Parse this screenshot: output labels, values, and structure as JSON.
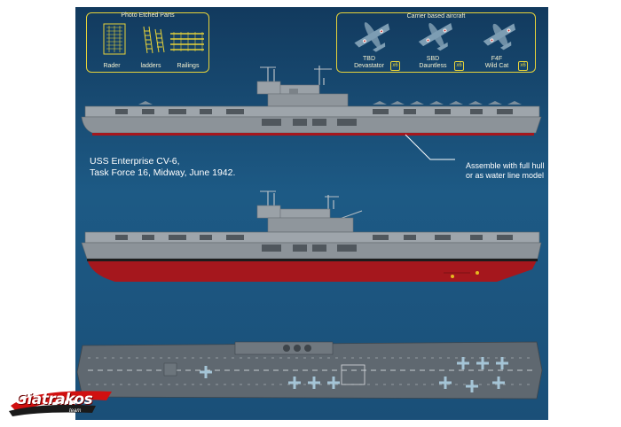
{
  "parts_panel": {
    "title": "Photo Etched Parts",
    "items": [
      {
        "label": "Rader"
      },
      {
        "label": "ladders"
      },
      {
        "label": "Railings"
      }
    ]
  },
  "aircraft_panel": {
    "title": "Carrier based aircraft",
    "items": [
      {
        "code": "TBD",
        "name": "Devastator",
        "badge": "x6"
      },
      {
        "code": "SBD",
        "name": "Dauntless",
        "badge": "x6"
      },
      {
        "code": "F4F",
        "name": "Wild Cat",
        "badge": "x6"
      }
    ]
  },
  "caption": {
    "line1": "USS Enterprise CV-6,",
    "line2": "Task Force 16, Midway, June 1942."
  },
  "note": {
    "line1": "Assemble with full hull",
    "line2": "or as water line model"
  },
  "logo": {
    "name": "Giatrakos",
    "sub": "team"
  },
  "colors": {
    "board": "#1d5a85",
    "panel_border": "#e7d33a",
    "hull_grey": "#8c9399",
    "hull_red": "#a5171d",
    "deck": "#5f6870"
  }
}
